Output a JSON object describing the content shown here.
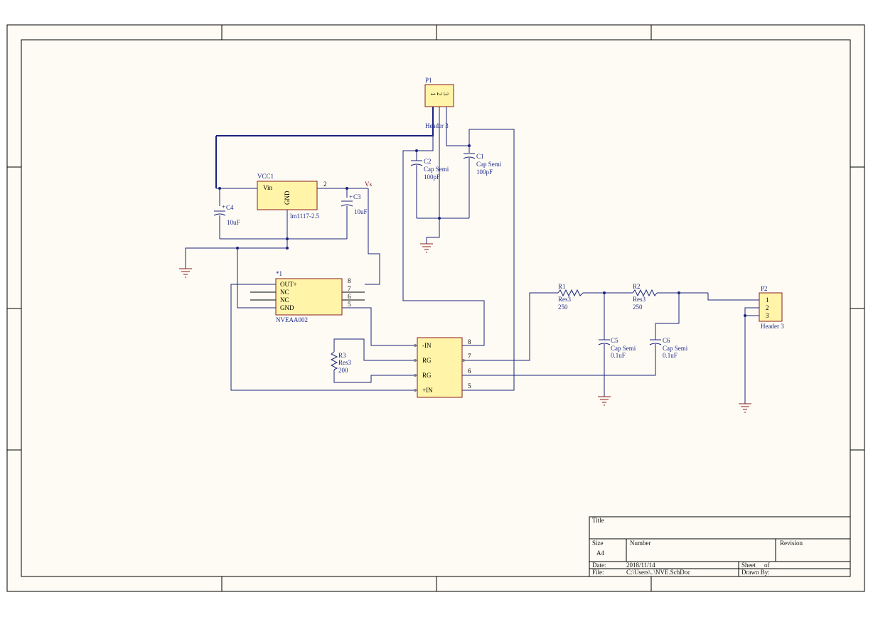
{
  "sheet": {
    "title_label": "Title",
    "size_label": "Size",
    "size_value": "A4",
    "number_label": "Number",
    "revision_label": "Revision",
    "date_label": "Date:",
    "date_value": "2018/11/14",
    "sheet_label": "Sheet",
    "of_label": "of",
    "file_label": "File:",
    "file_value": "C:\\Users\\..\\NVE.SchDoc",
    "drawn_by_label": "Drawn By:"
  },
  "components": {
    "p1": {
      "designator": "P1",
      "name": "Header 3",
      "pins": [
        "1",
        "2",
        "3"
      ]
    },
    "p2": {
      "designator": "P2",
      "name": "Header 3",
      "pins": [
        "1",
        "2",
        "3"
      ]
    },
    "vcc1": {
      "designator": "VCC1",
      "part": "lm1117-2.5",
      "pin_vin": "Vin",
      "pin_gnd": "GND",
      "pin_num": "2"
    },
    "u1": {
      "designator": "*1",
      "part": "NVEAA002",
      "pins": [
        "OUT+",
        "NC",
        "NC",
        "GND"
      ],
      "pin_nums": [
        "8",
        "7",
        "6",
        "5"
      ]
    },
    "amp": {
      "pins": [
        "-IN",
        "RG",
        "RG",
        "+IN"
      ],
      "pin_nums": [
        "8",
        "7",
        "6",
        "5"
      ]
    },
    "c1": {
      "designator": "C1",
      "type": "Cap Semi",
      "value": "100pF"
    },
    "c2": {
      "designator": "C2",
      "type": "Cap Semi",
      "value": "100pF"
    },
    "c3": {
      "designator": "C3",
      "value": "10uF"
    },
    "c4": {
      "designator": "C4",
      "value": "10uF"
    },
    "c5": {
      "designator": "C5",
      "type": "Cap Semi",
      "value": "0.1uF"
    },
    "c6": {
      "designator": "C6",
      "type": "Cap Semi",
      "value": "0.1uF"
    },
    "r1": {
      "designator": "R1",
      "type": "Res3",
      "value": "250"
    },
    "r2": {
      "designator": "R2",
      "type": "Res3",
      "value": "250"
    },
    "r3": {
      "designator": "R3",
      "type": "Res3",
      "value": "200"
    }
  },
  "nets": {
    "vs": "Vs"
  },
  "colors": {
    "wire": "#1a237e",
    "body_fill": "#fff4a8",
    "body_stroke": "#8a1c1c",
    "ground": "#8a1c1c",
    "background": "#fdfbf3"
  }
}
